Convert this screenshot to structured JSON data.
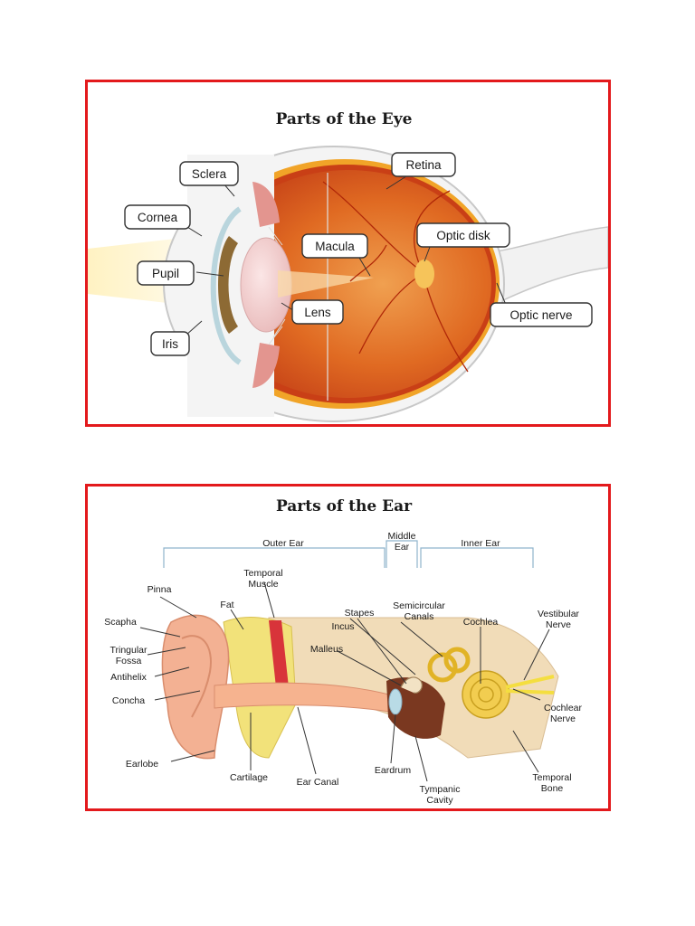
{
  "eye": {
    "title": "Parts of the Eye",
    "labels": {
      "sclera": "Sclera",
      "retina": "Retina",
      "cornea": "Cornea",
      "macula": "Macula",
      "optic_disk": "Optic disk",
      "pupil": "Pupil",
      "lens": "Lens",
      "optic_nerve": "Optic nerve",
      "iris": "Iris"
    }
  },
  "ear": {
    "title": "Parts of the Ear",
    "sections": {
      "outer": "Outer Ear",
      "middle_1": "Middle",
      "middle_2": "Ear",
      "inner": "Inner Ear"
    },
    "labels": {
      "temporal_muscle_1": "Temporal",
      "temporal_muscle_2": "Muscle",
      "pinna": "Pinna",
      "fat": "Fat",
      "stapes": "Stapes",
      "semicircular_1": "Semicircular",
      "semicircular_2": "Canals",
      "vestibular_1": "Vestibular",
      "vestibular_2": "Nerve",
      "scapha": "Scapha",
      "incus": "Incus",
      "cochlea": "Cochlea",
      "triangular_1": "Tringular",
      "triangular_2": "Fossa",
      "malleus": "Malleus",
      "antihelix": "Antihelix",
      "concha": "Concha",
      "cochlear_nerve_1": "Cochlear",
      "cochlear_nerve_2": "Nerve",
      "earlobe": "Earlobe",
      "eardrum": "Eardrum",
      "temporal_bone_1": "Temporal",
      "temporal_bone_2": "Bone",
      "cartilage": "Cartilage",
      "ear_canal": "Ear Canal",
      "tympanic_1": "Tympanic",
      "tympanic_2": "Cavity"
    }
  }
}
